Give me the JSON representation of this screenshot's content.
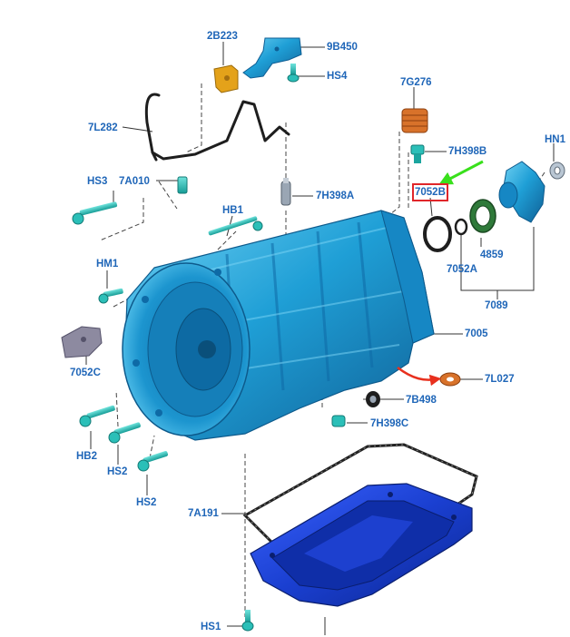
{
  "colors": {
    "callout_text": "#1f66b8",
    "leader": "#333333",
    "case_blue": "#1f9fd6",
    "pan_blue": "#1a3fd0",
    "bolt_teal": "#2bbfb8",
    "seal_orange": "#d8722a",
    "bracket_yellow": "#e4a21a",
    "gasket_black": "#222222",
    "highlight_box": "#e0262a",
    "arrow_green": "#39e01c",
    "arrow_red": "#e8301e"
  },
  "callouts": {
    "c2B223": "2B223",
    "c9B450": "9B450",
    "cHS4": "HS4",
    "c7L282": "7L282",
    "c7G276": "7G276",
    "c7H398B": "7H398B",
    "cHN1": "HN1",
    "cHS3": "HS3",
    "c7A010": "7A010",
    "c7H398A": "7H398A",
    "c7052B": "7052B",
    "cHB1": "HB1",
    "c4859": "4859",
    "c7052A": "7052A",
    "cHM1": "HM1",
    "c7089": "7089",
    "c7005": "7005",
    "c7052C": "7052C",
    "c7L027": "7L027",
    "c7B498": "7B498",
    "c7H398C": "7H398C",
    "cHB2": "HB2",
    "cHS2a": "HS2",
    "cHS2b": "HS2",
    "c7A191": "7A191",
    "cHS1": "HS1"
  }
}
